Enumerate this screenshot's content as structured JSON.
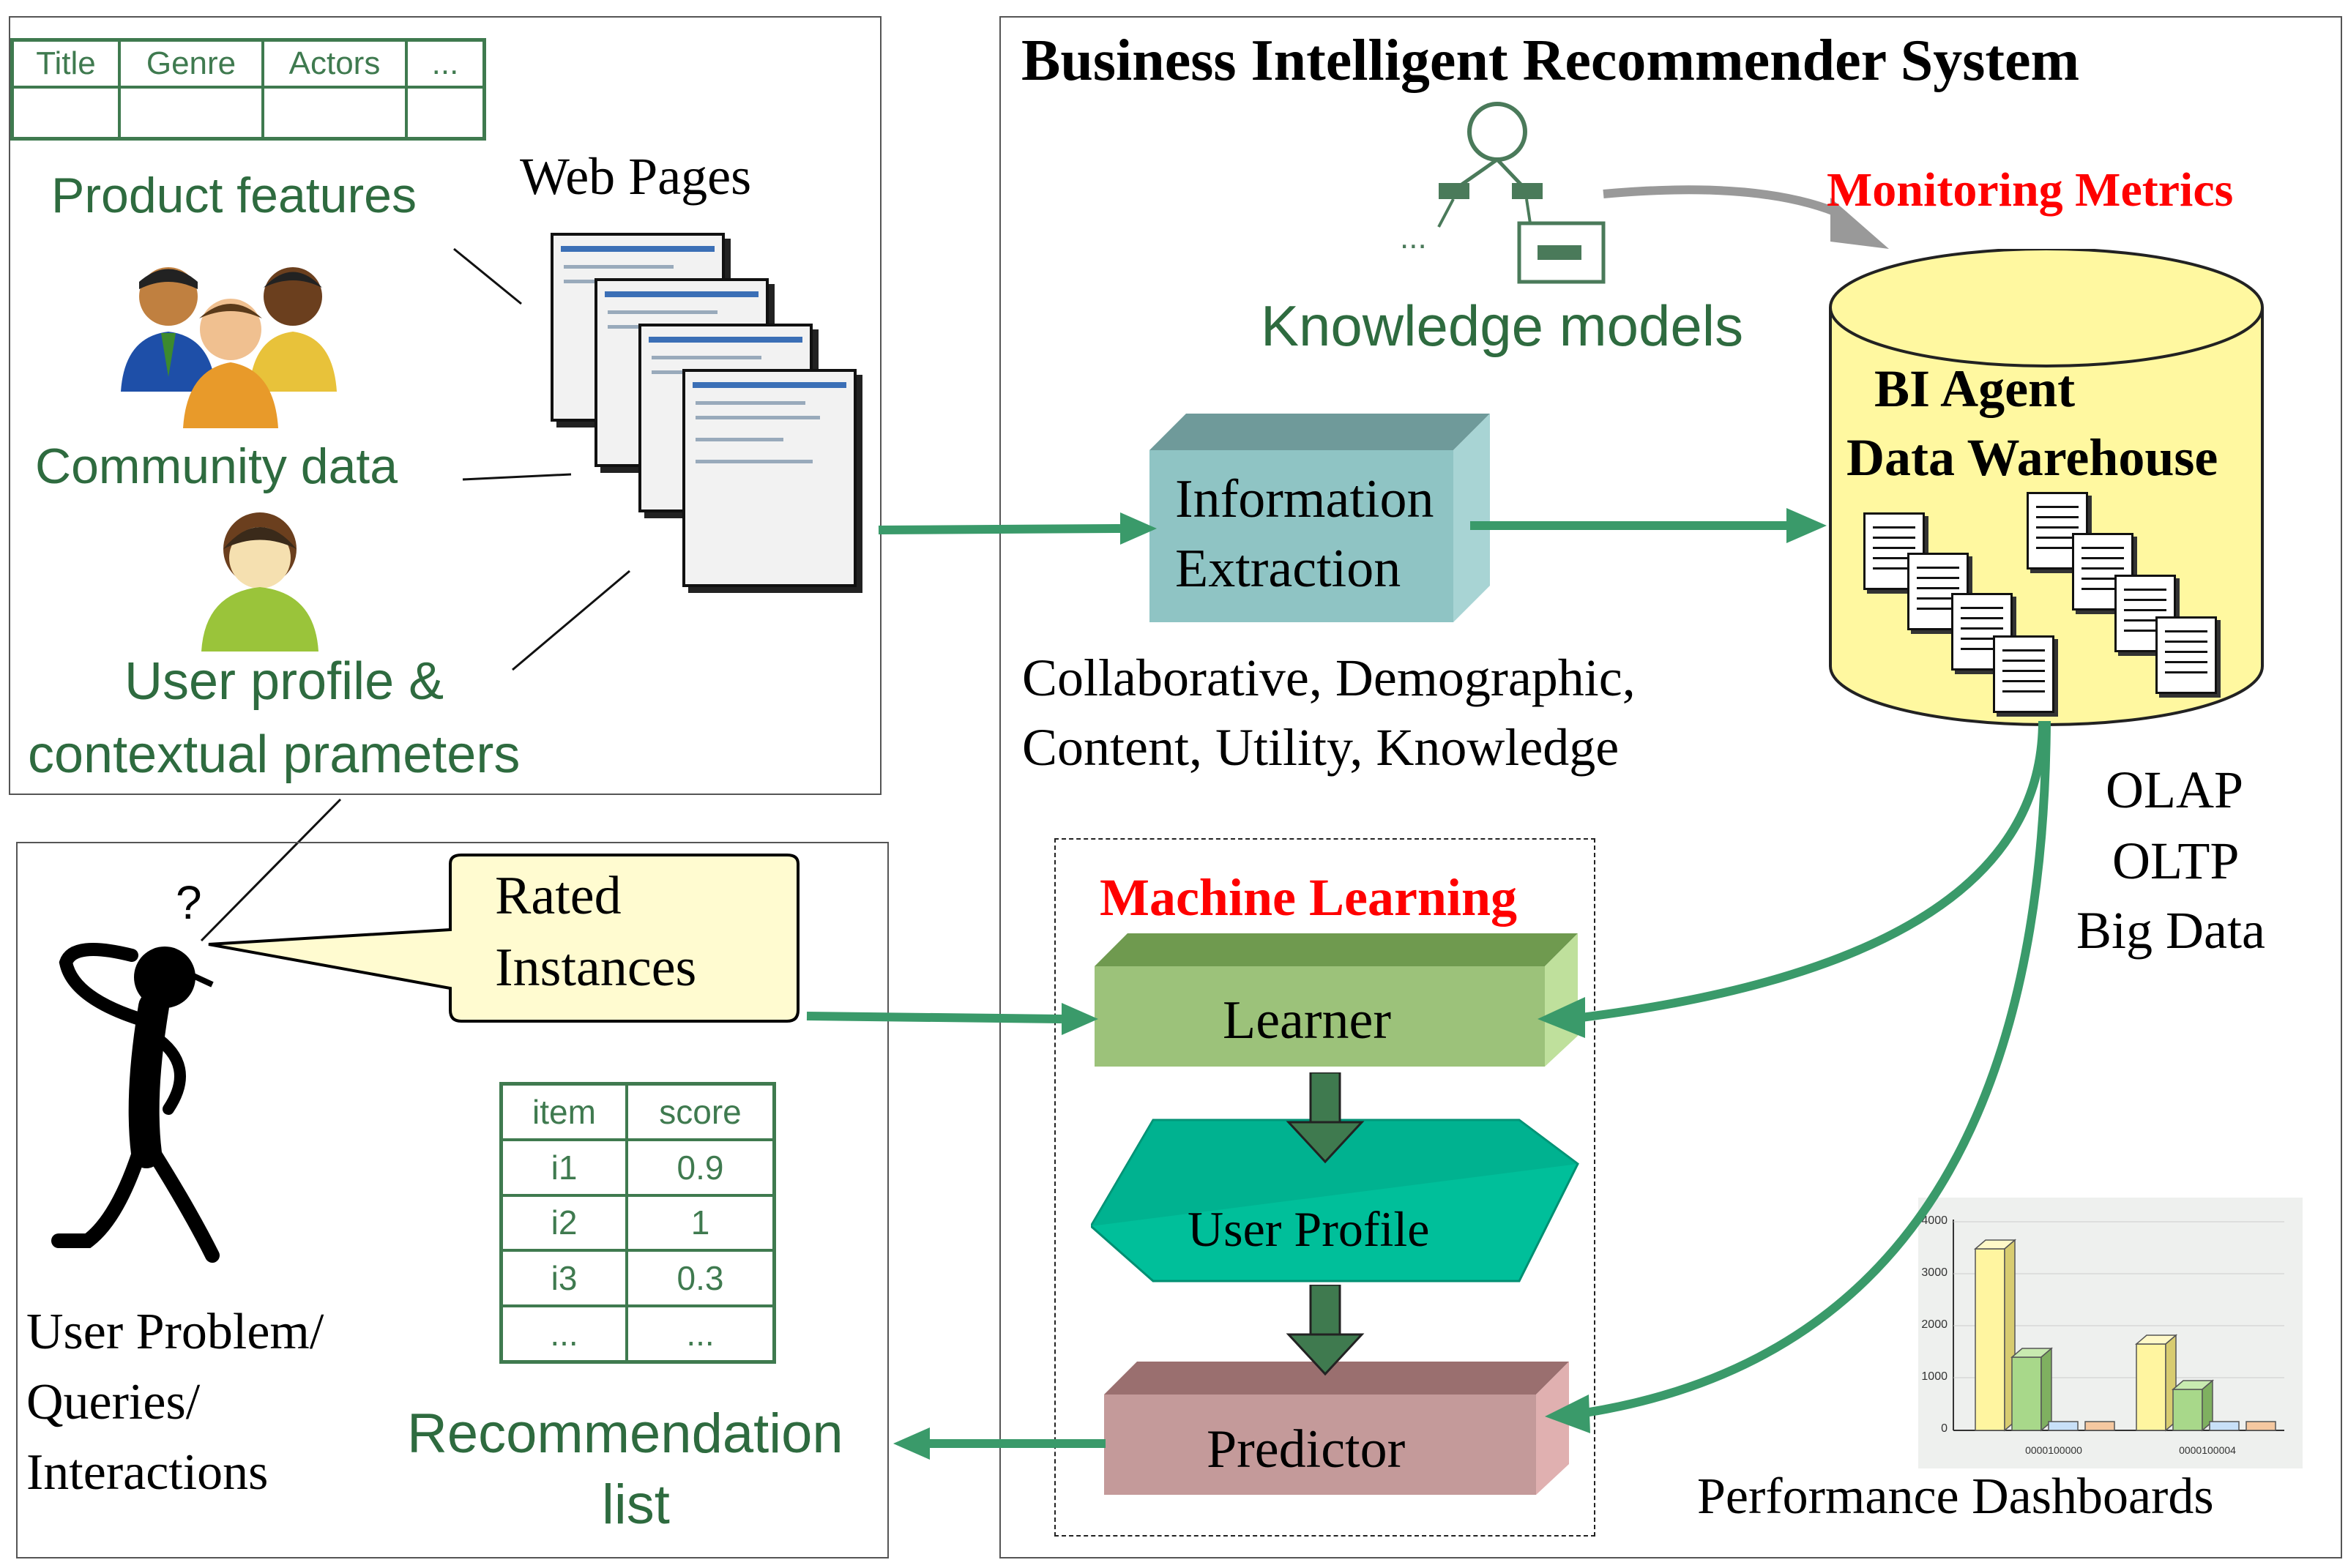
{
  "left_top": {
    "table_headers": [
      "Title",
      "Genre",
      "Actors",
      "..."
    ],
    "product_features": "Product features",
    "web_pages": "Web Pages",
    "community_data": "Community data",
    "user_profile_line1": "User profile &",
    "user_profile_line2": "contextual prameters"
  },
  "left_bottom": {
    "bubble_line1": "Rated",
    "bubble_line2": "Instances",
    "user_problem_line1": "User Problem/",
    "user_problem_line2": "Queries/",
    "user_problem_line3": "Interactions",
    "rec_table": {
      "headers": [
        "item",
        "score"
      ],
      "rows": [
        [
          "i1",
          "0.9"
        ],
        [
          "i2",
          "1"
        ],
        [
          "i3",
          "0.3"
        ],
        [
          "...",
          "..."
        ]
      ]
    },
    "rec_list_line1": "Recommendation",
    "rec_list_line2": "list"
  },
  "right": {
    "title": "Business Intelligent Recommender System",
    "knowledge_models": "Knowledge models",
    "tree_ellipsis": "...",
    "monitoring_metrics": "Monitoring Metrics",
    "bi_agent": "BI Agent",
    "data_warehouse": "Data Warehouse",
    "info_extraction_line1": "Information",
    "info_extraction_line2": "Extraction",
    "methods_line1": "Collaborative, Demographic,",
    "methods_line2": "Content, Utility, Knowledge",
    "olap": "OLAP",
    "oltp": "OLTP",
    "big_data": "Big Data",
    "machine_learning": "Machine Learning",
    "learner": "Learner",
    "user_profile": "User Profile",
    "predictor": "Predictor",
    "performance_dashboards": "Performance Dashboards"
  },
  "dashboard_chart": {
    "y_ticks": [
      "4000",
      "3000",
      "2000",
      "1000",
      "0"
    ],
    "categories": [
      "0000100000",
      "0000100004"
    ]
  },
  "colors": {
    "arrow_green": "#3a9a6a",
    "text_green": "#2e6b3f",
    "red_label": "#ff0000",
    "info_box": "#8fc4c4",
    "learner_box": "#9cc27a",
    "user_profile_hex": "#00bf9a",
    "predictor_box": "#c49a9a",
    "cylinder": "#fff8a0",
    "bubble": "#fffbd0"
  }
}
